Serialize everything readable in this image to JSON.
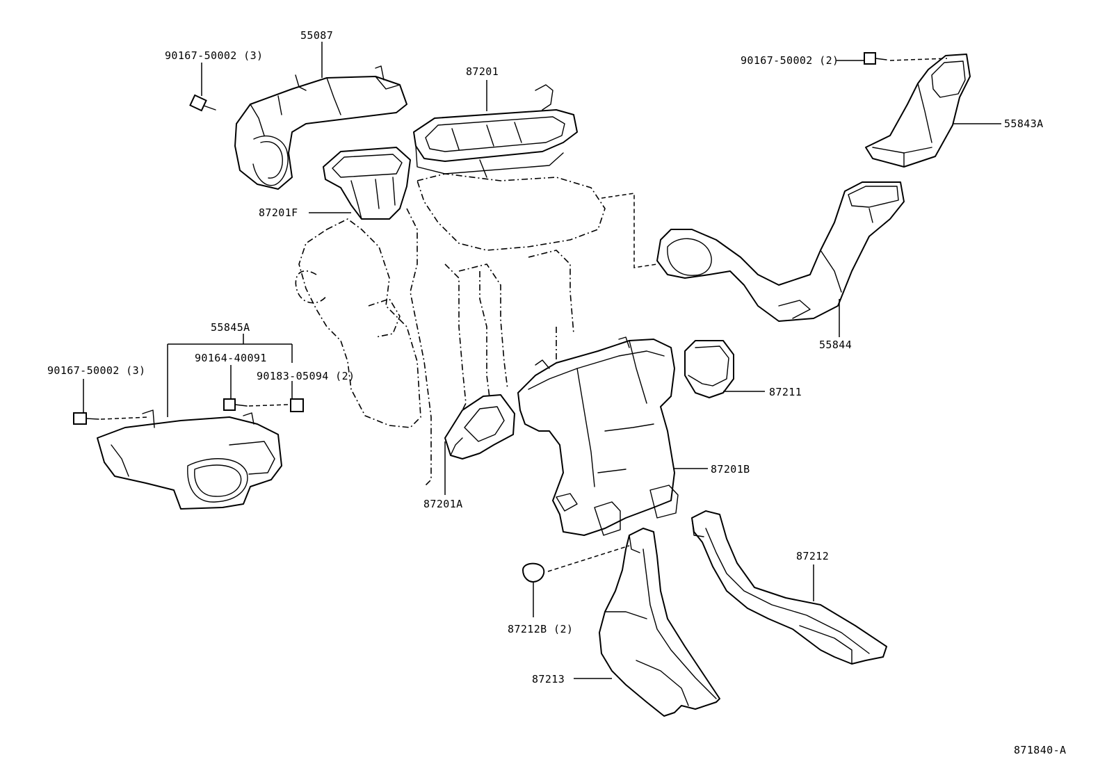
{
  "diagram": {
    "labels": {
      "p55087": "55087",
      "p90167_top_left": "90167-50002 (3)",
      "p87201": "87201",
      "p90167_top_right": "90167-50002 (2)",
      "p55843A": "55843A",
      "p87201F": "87201F",
      "p55844": "55844",
      "p55845A": "55845A",
      "p90164": "90164-40091",
      "p90167_left": "90167-50002 (3)",
      "p90183": "90183-05094 (2)",
      "p87211": "87211",
      "p87201B": "87201B",
      "p87201A": "87201A",
      "p87212": "87212",
      "p87212B": "87212B (2)",
      "p87213": "87213",
      "figure_code": "871840-A"
    }
  }
}
